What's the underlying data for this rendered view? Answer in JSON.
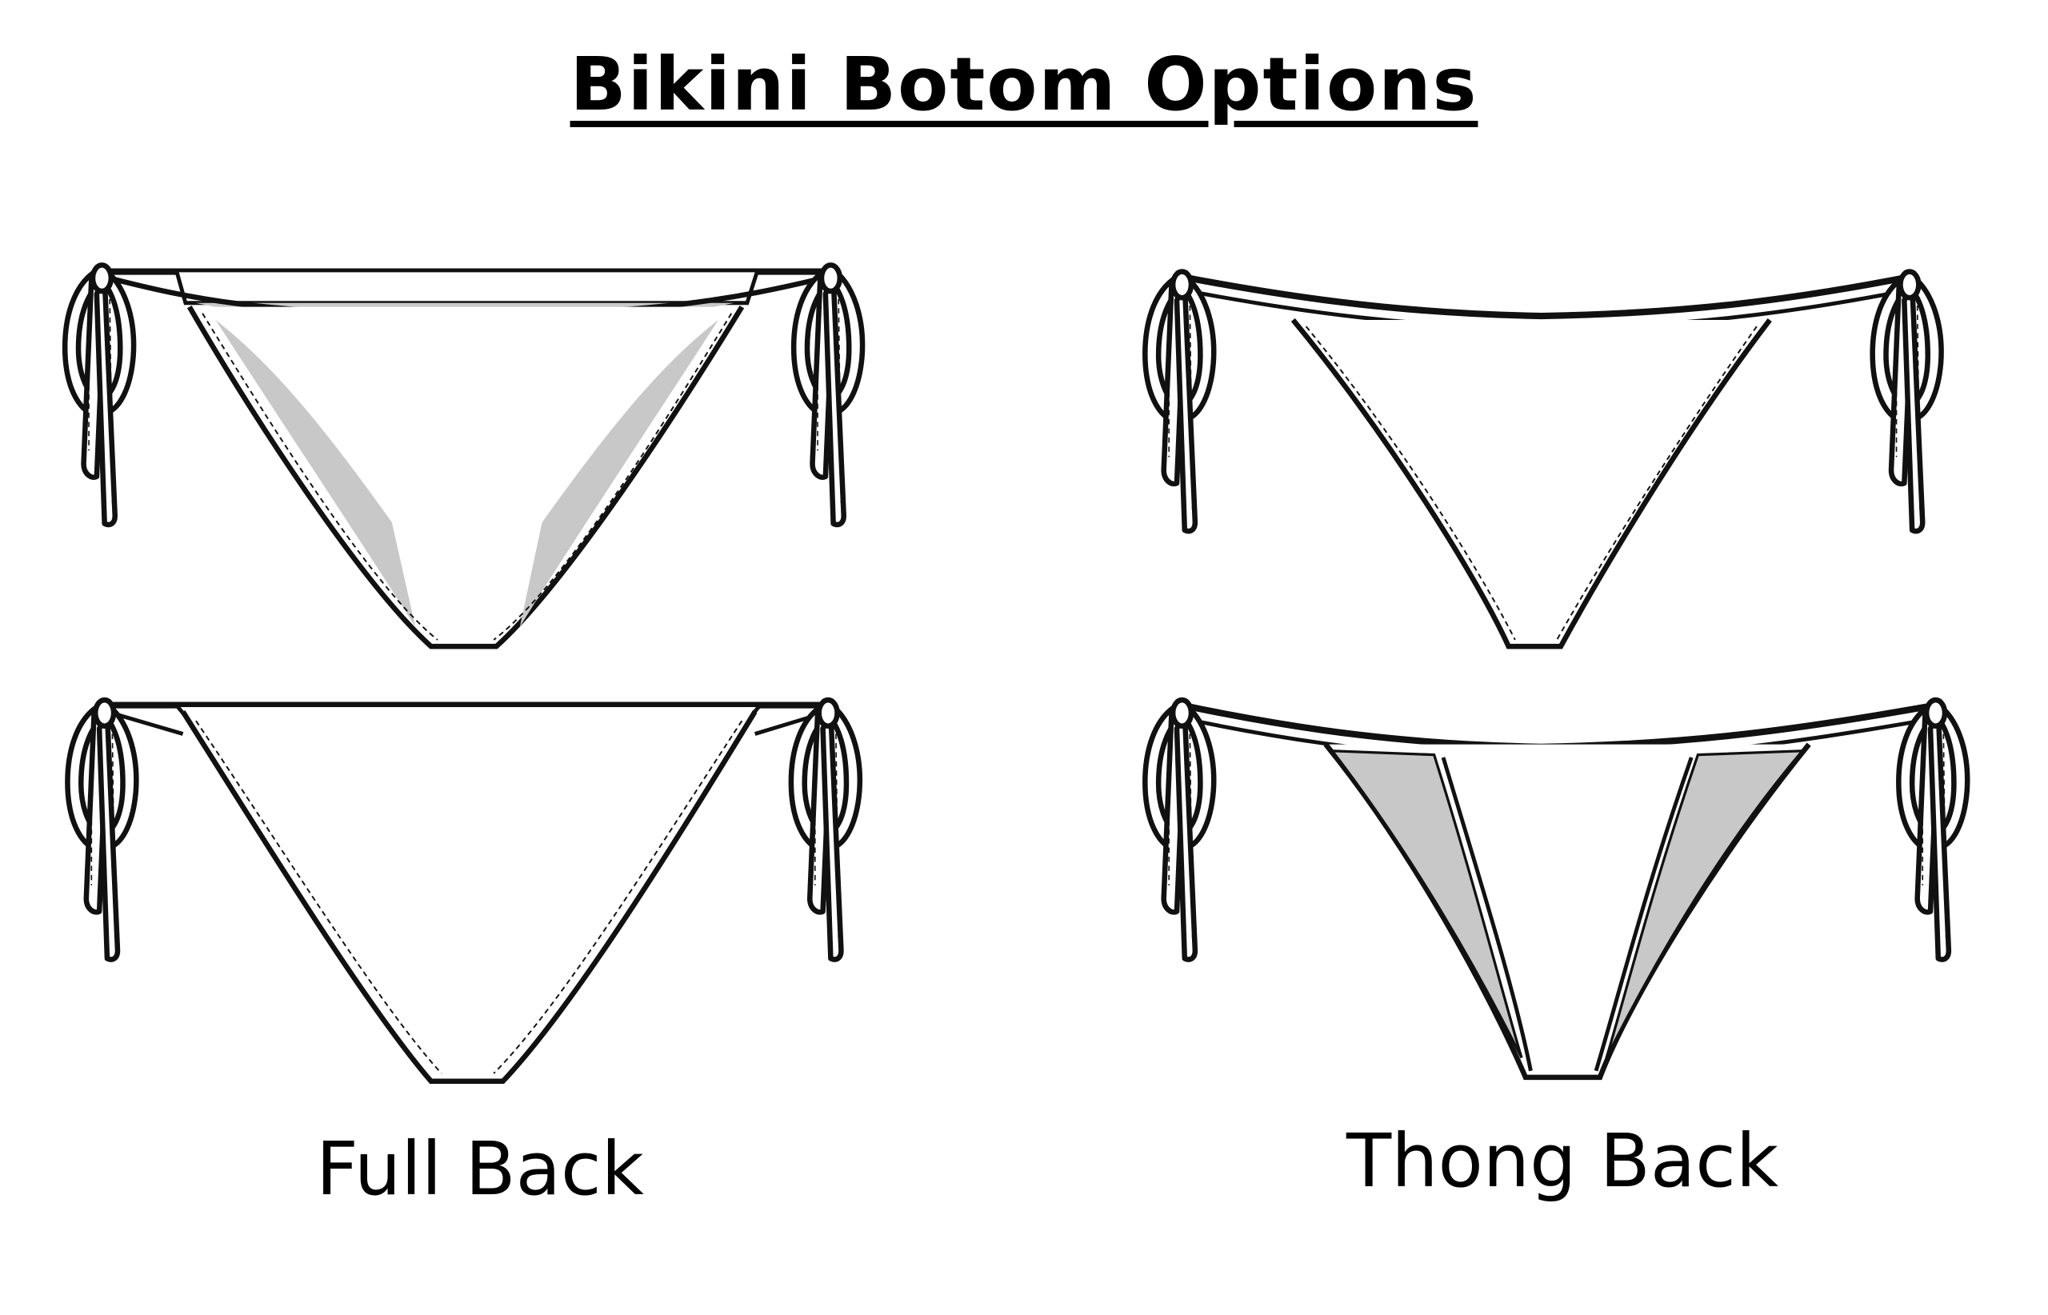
{
  "title": "Bikini Botom Options",
  "captions": {
    "full_back": "Full Back",
    "thong_back": "Thong Back"
  },
  "figures": [
    {
      "id": "full-back-front",
      "view": "front",
      "column": "full_back"
    },
    {
      "id": "full-back-rear",
      "view": "back",
      "column": "full_back"
    },
    {
      "id": "thong-back-front",
      "view": "front",
      "column": "thong_back"
    },
    {
      "id": "thong-back-rear",
      "view": "back",
      "column": "thong_back"
    }
  ],
  "colors": {
    "line": "#111111",
    "fill": "#ffffff",
    "lining": "#c8c8c8",
    "background": "#ffffff"
  }
}
